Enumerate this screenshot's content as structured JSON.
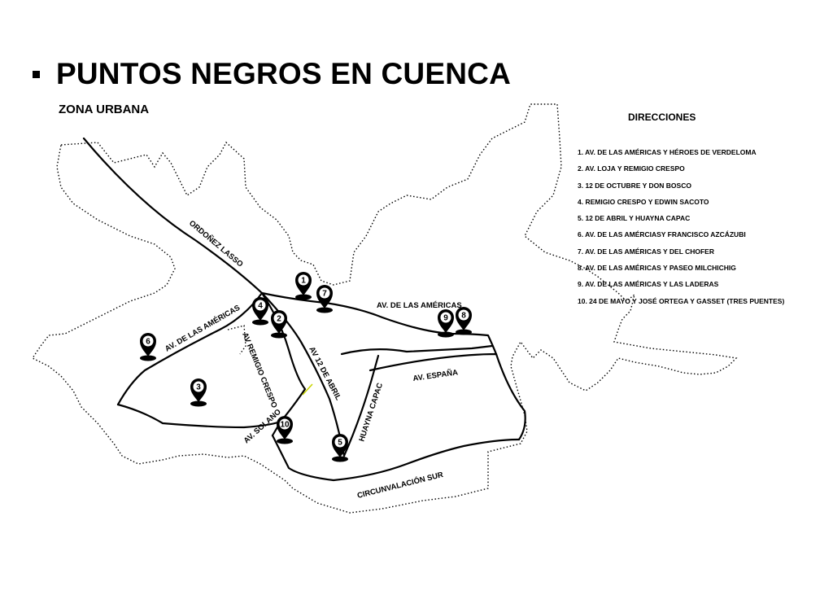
{
  "title": "PUNTOS NEGROS EN CUENCA",
  "subtitle": "ZONA URBANA",
  "legend": {
    "title": "DIRECCIONES",
    "items": [
      "1.  AV. DE LAS AMÉRICAS Y HÉROES DE VERDELOMA",
      "2. AV. LOJA Y REMIGIO CRESPO",
      "3. 12 DE OCTUBRE Y DON BOSCO",
      "4. REMIGIO CRESPO Y EDWIN SACOTO",
      "5. 12 DE ABRIL Y HUAYNA CAPAC",
      "6. AV. DE LAS AMÉRCIASY FRANCISCO AZCÁZUBI",
      "7.  AV. DE LAS AMÉRICAS Y DEL CHOFER",
      "8. AV. DE LAS AMÉRICAS Y PASEO MILCHICHIG",
      "9. AV. DE LAS AMÉRICAS Y LAS LADERAS",
      "10. 24 DE MAYO Y JOSÉ ORTEGA Y GASSET (TRES PUENTES)"
    ]
  },
  "streets": {
    "ordonez": "ORDOÑEZ LASSO",
    "americas_east": "AV. DE LAS AMÉRICAS",
    "americas_west": "AV. DE LAS AMÉRICAS",
    "remigio": "AV REMIGIO CRESPO",
    "doce_abril": "AV 12 DE ABRIL",
    "espana": "AV. ESPAÑA",
    "huayna": "HUAYNA CAPAC",
    "solano": "AV. SOLANO",
    "circunvalacion": "CIRCUNVALACIÓN SUR"
  },
  "pins": [
    "1",
    "2",
    "3",
    "4",
    "5",
    "6",
    "7",
    "8",
    "9",
    "10"
  ]
}
